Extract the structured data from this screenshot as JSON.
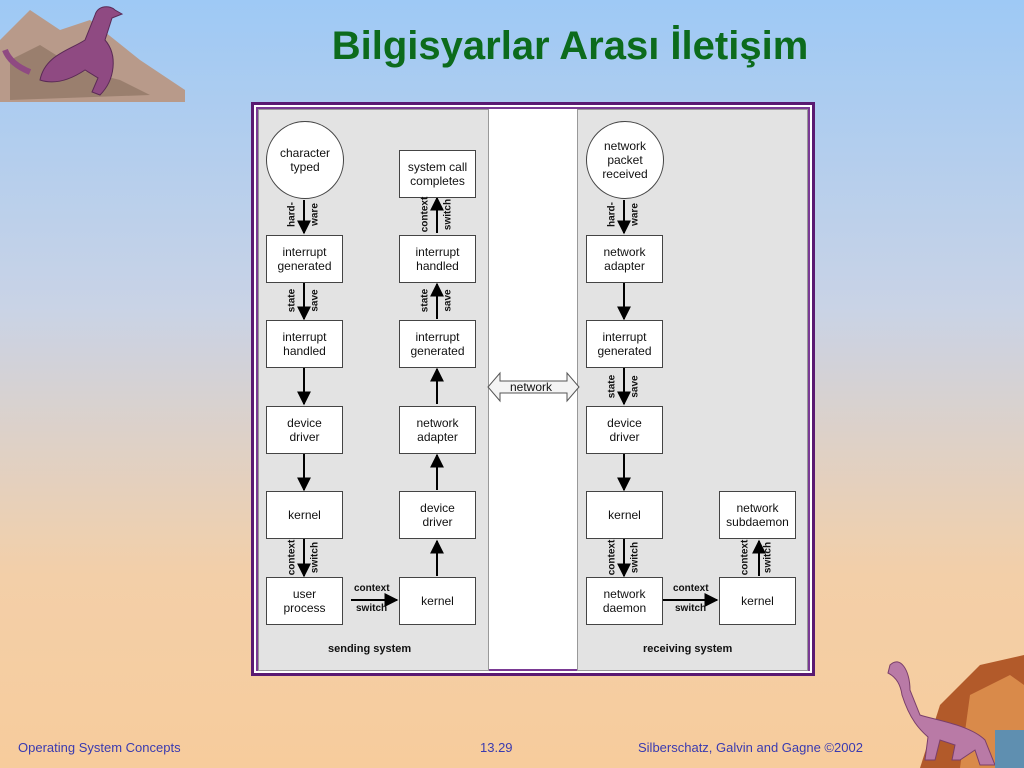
{
  "slide": {
    "title": "Bilgisyarlar Arası İletişim",
    "footer_left": "Operating System Concepts",
    "footer_center": "13.29",
    "footer_right": "Silberschatz, Galvin and  Gagne ©2002"
  },
  "diagram": {
    "sending": {
      "caption": "sending system",
      "left": {
        "circle": "character\ntyped",
        "boxes": [
          "interrupt\ngenerated",
          "interrupt\nhandled",
          "device\ndriver",
          "kernel",
          "user\nprocess"
        ],
        "labels": [
          [
            "hard-",
            "ware"
          ],
          [
            "state",
            "save"
          ],
          [
            "context",
            "switch"
          ]
        ]
      },
      "right": {
        "boxes": [
          "system call\ncompletes",
          "interrupt\nhandled",
          "interrupt\ngenerated",
          "network\nadapter",
          "device\ndriver",
          "kernel"
        ],
        "labels": [
          [
            "context",
            "switch"
          ],
          [
            "state",
            "save"
          ]
        ]
      },
      "bottom_label": [
        "context",
        "switch"
      ]
    },
    "network": "network",
    "receiving": {
      "caption": "receiving system",
      "left": {
        "circle": "network\npacket\nreceived",
        "boxes": [
          "network\nadapter",
          "interrupt\ngenerated",
          "device\ndriver",
          "kernel",
          "network\ndaemon"
        ],
        "labels": [
          [
            "hard-",
            "ware"
          ],
          [
            "state",
            "save"
          ],
          [
            "context",
            "switch"
          ]
        ]
      },
      "right": {
        "boxes": [
          "network\nsubdaemon",
          "kernel"
        ],
        "labels": [
          [
            "context",
            "switch"
          ]
        ]
      },
      "bottom_label": [
        "context",
        "switch"
      ]
    }
  },
  "colors": {
    "title": "#0c6b1c",
    "frame": "#5a1a72",
    "footer": "#3a3ab0"
  }
}
